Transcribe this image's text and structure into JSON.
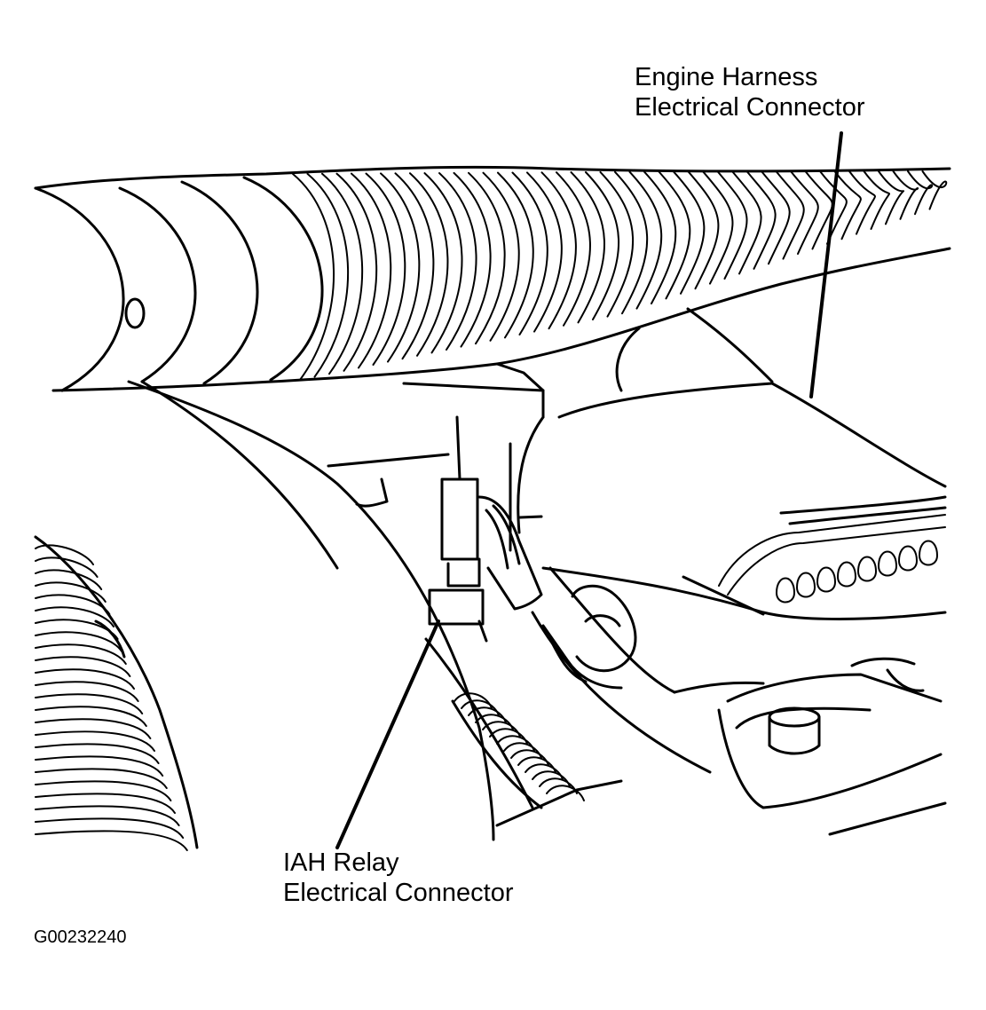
{
  "callouts": {
    "engine_harness": {
      "line1": "Engine Harness",
      "line2": "Electrical Connector"
    },
    "iah_relay": {
      "line1": "IAH Relay",
      "line2": "Electrical Connector"
    }
  },
  "figure_id": "G00232240",
  "colors": {
    "ink": "#000000",
    "paper": "#ffffff"
  }
}
